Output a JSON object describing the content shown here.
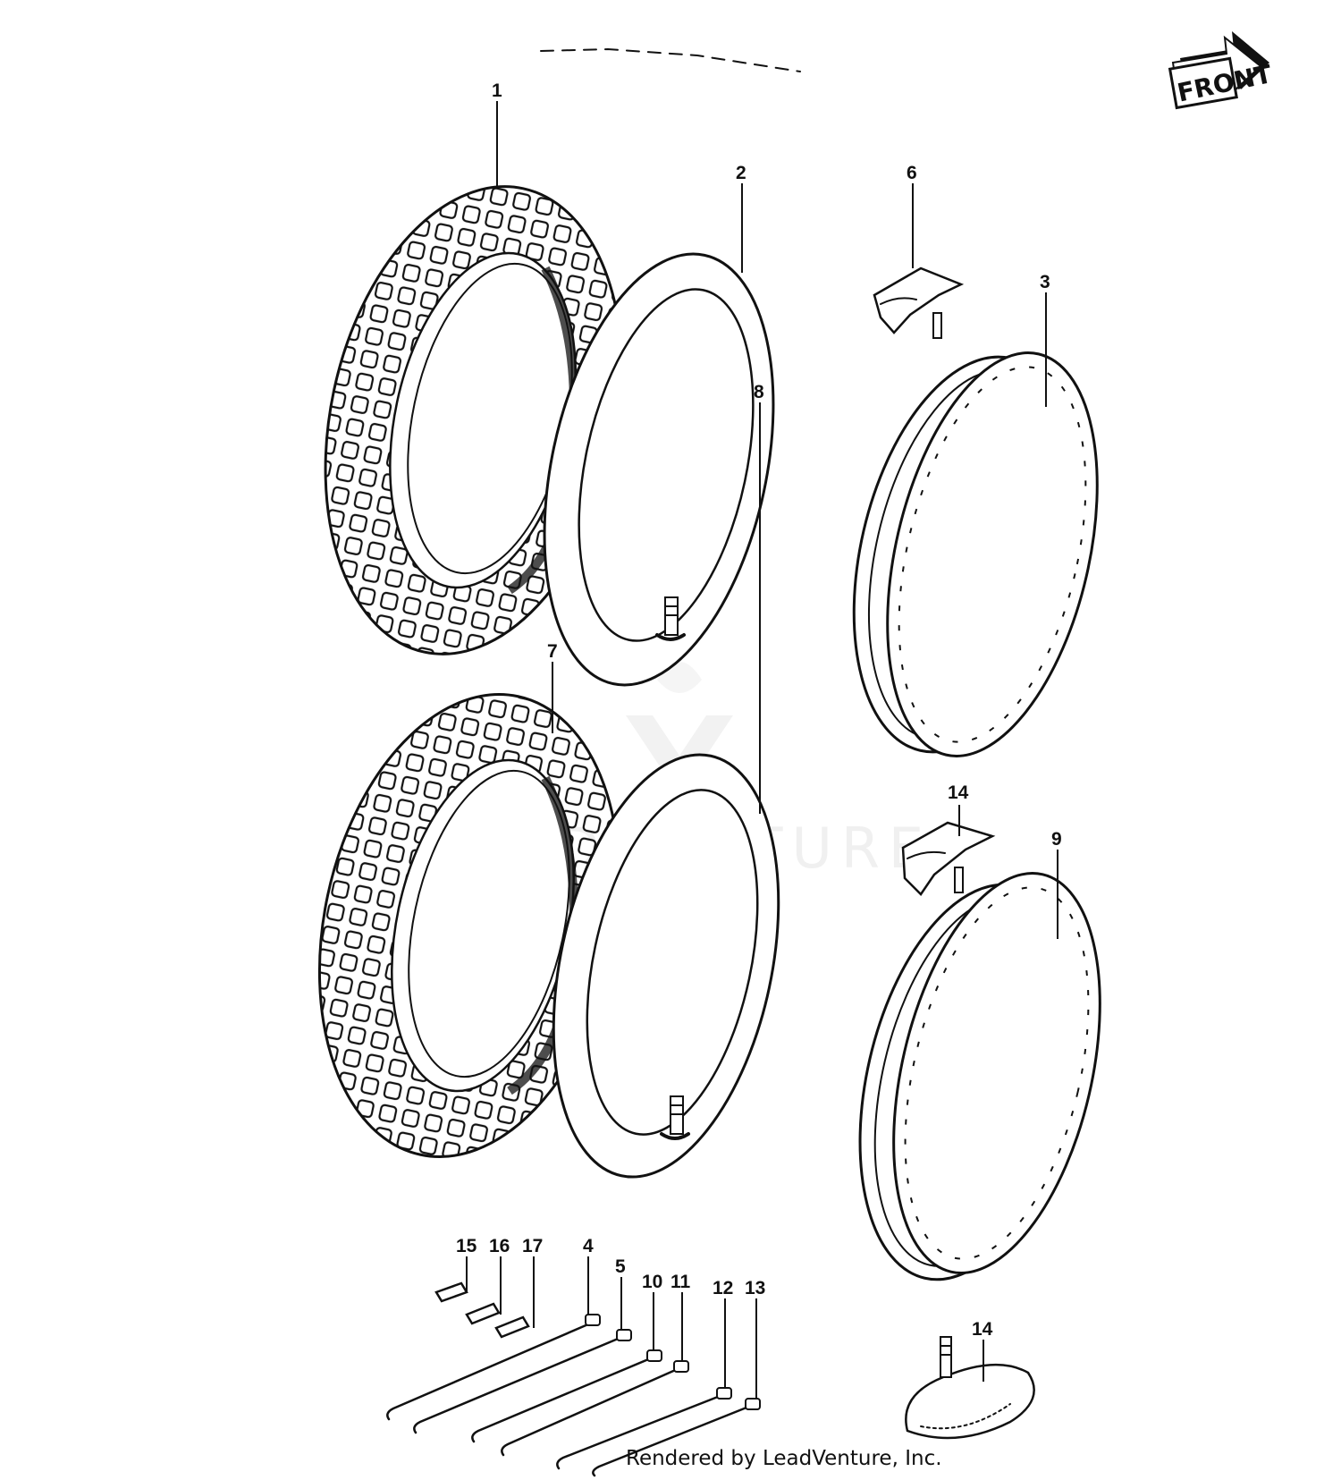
{
  "front_label": "FRONT",
  "footer_text": "Rendered by LeadVenture, Inc.",
  "watermark": "LEADVENTURE",
  "callouts": {
    "c1": "1",
    "c2": "2",
    "c3": "3",
    "c4": "4",
    "c5": "5",
    "c6": "6",
    "c7": "7",
    "c8": "8",
    "c9": "9",
    "c10": "10",
    "c11": "11",
    "c12": "12",
    "c13": "13",
    "c14a": "14",
    "c14b": "14",
    "c15": "15",
    "c16": "16",
    "c17": "17"
  },
  "icons": {
    "front_arrow": "front-arrow-icon",
    "tire": "tire-icon",
    "tube": "inner-tube-icon",
    "rim": "rim-icon",
    "rim_band": "rim-band-icon",
    "spoke": "spoke-icon",
    "nipple": "nipple-icon",
    "balancer": "balancer-weight-icon"
  },
  "colors": {
    "ink": "#111111",
    "background": "#ffffff",
    "watermark": "#e6e6e6"
  }
}
